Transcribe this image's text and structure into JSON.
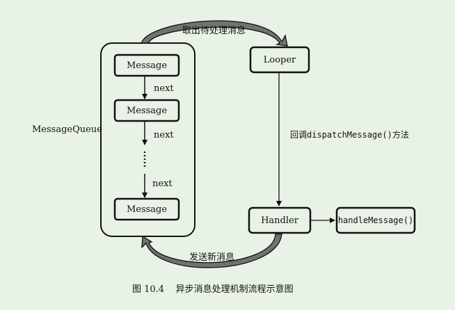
{
  "diagram": {
    "queue_label": "MessageQueue",
    "messages": [
      "Message",
      "Message",
      "Message"
    ],
    "next_labels": [
      "next",
      "next",
      "next"
    ],
    "looper_label": "Looper",
    "handler_label": "Handler",
    "handle_message_label": "handleMessage()",
    "take_message_label": "取出待处理消息",
    "dispatch_label": "回调dispatchMessage()方法",
    "send_message_label": "发送新消息",
    "caption": "图 10.4    异步消息处理机制流程示意图"
  }
}
